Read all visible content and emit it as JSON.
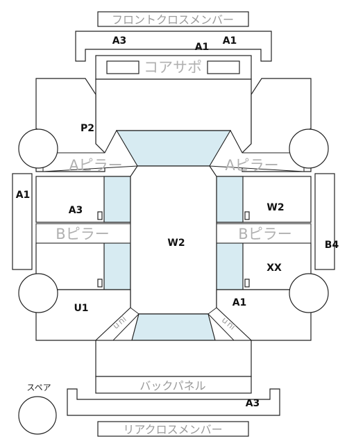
{
  "parts": {
    "front_cross_member": "フロントクロスメンバー",
    "core_support": "コアサポ",
    "a_pillar_left": "Aピラー",
    "a_pillar_right": "Aピラー",
    "b_pillar_left": "Bピラー",
    "b_pillar_right": "Bピラー",
    "back_panel": "バックパネル",
    "rear_cross_member": "リアクロスメンバー",
    "spare": "スペア",
    "uni_left": "ｕni",
    "uni_right": "ｕni"
  },
  "codes": {
    "front_member_left": "A3",
    "front_member_right": "A1",
    "core_support_top": "A1",
    "p2": "P2",
    "left_side_bar": "A1",
    "left_front_door": "A3",
    "roof": "W2",
    "right_front_door": "W2",
    "right_side_bar": "B4",
    "right_rear_door": "XX",
    "left_rear_quarter": "U1",
    "right_rear_quarter": "A1",
    "rear_member": "A3"
  }
}
